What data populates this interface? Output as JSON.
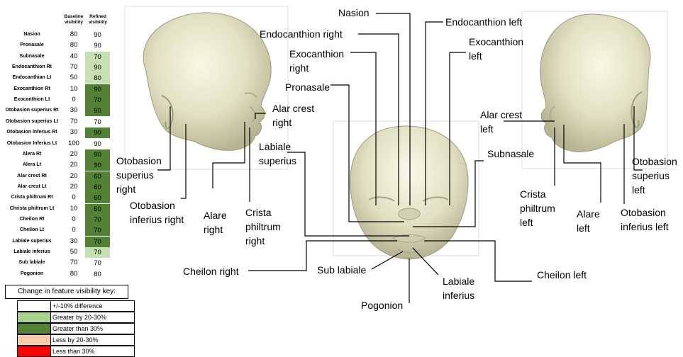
{
  "table": {
    "header_baseline": "Baseline visibility",
    "header_refined": "Refined visibility",
    "rows": [
      {
        "name": "Nasion",
        "baseline": "80",
        "refined": "90",
        "color": "#ffffff"
      },
      {
        "name": "Pronasale",
        "baseline": "80",
        "refined": "90",
        "color": "#ffffff"
      },
      {
        "name": "Subnasale",
        "baseline": "40",
        "refined": "70",
        "color": "#c5e0b3"
      },
      {
        "name": "Endocanthion Rt",
        "baseline": "70",
        "refined": "90",
        "color": "#c5e0b3"
      },
      {
        "name": "Endocanthian Lt",
        "baseline": "50",
        "refined": "80",
        "color": "#c5e0b3"
      },
      {
        "name": "Exocanthion Rt",
        "baseline": "10",
        "refined": "90",
        "color": "#538135"
      },
      {
        "name": "Exocanthion Lt",
        "baseline": "0",
        "refined": "70",
        "color": "#538135"
      },
      {
        "name": "Otobasion superius Rt",
        "baseline": "30",
        "refined": "90",
        "color": "#538135"
      },
      {
        "name": "Otobasion superius Lt",
        "baseline": "70",
        "refined": "70",
        "color": "#ffffff"
      },
      {
        "name": "Otobasion Inferius Rt",
        "baseline": "30",
        "refined": "90",
        "color": "#538135"
      },
      {
        "name": "Otobasion Inferius Lt",
        "baseline": "100",
        "refined": "90",
        "color": "#ffffff"
      },
      {
        "name": "Alera Rt",
        "baseline": "20",
        "refined": "90",
        "color": "#538135"
      },
      {
        "name": "Alera Lt",
        "baseline": "20",
        "refined": "90",
        "color": "#538135"
      },
      {
        "name": "Alar crest Rt",
        "baseline": "20",
        "refined": "60",
        "color": "#538135"
      },
      {
        "name": "Alar crest Lt",
        "baseline": "20",
        "refined": "60",
        "color": "#538135"
      },
      {
        "name": "Crista philtrum Rt",
        "baseline": "0",
        "refined": "60",
        "color": "#538135"
      },
      {
        "name": "Christa philtrum Lt",
        "baseline": "10",
        "refined": "60",
        "color": "#538135"
      },
      {
        "name": "Cheilon Rt",
        "baseline": "0",
        "refined": "70",
        "color": "#538135"
      },
      {
        "name": "Cheilon Lt",
        "baseline": "0",
        "refined": "70",
        "color": "#538135"
      },
      {
        "name": "Labiale superius",
        "baseline": "30",
        "refined": "70",
        "color": "#538135"
      },
      {
        "name": "Labiale inferius",
        "baseline": "50",
        "refined": "70",
        "color": "#c5e0b3"
      },
      {
        "name": "Sub labiale",
        "baseline": "70",
        "refined": "70",
        "color": "#ffffff"
      },
      {
        "name": "Pogonion",
        "baseline": "80",
        "refined": "80",
        "color": "#ffffff"
      }
    ]
  },
  "key": {
    "title": "Change in feature visibility key:",
    "items": [
      {
        "label": "+/-10% difference",
        "color": "#ffffff"
      },
      {
        "label": "Greater by 20-30%",
        "color": "#a9d18e"
      },
      {
        "label": "Greater than 30%",
        "color": "#538135"
      },
      {
        "label": "Less by 20-30%",
        "color": "#f8cbad"
      },
      {
        "label": "Less than 30%",
        "color": "#ff0000"
      }
    ]
  },
  "labels": {
    "nasion": "Nasion",
    "endocanthion_left": "Endocanthion left",
    "endocanthion_right": "Endocanthion right",
    "exocanthion_right": "Exocanthion right",
    "exocanthion_left": "Exocanthion left",
    "pronasale": "Pronasale",
    "alar_crest_right": "Alar crest right",
    "alar_crest_left": "Alar crest left",
    "labiale_superius": "Labiale superius",
    "subnasale": "Subnasale",
    "otobasion_superius_right": "Otobasion superius right",
    "otobasion_inferius_right": "Otobasion inferius right",
    "alare_right": "Alare right",
    "crista_philtrum_right": "Crista philtrum right",
    "crista_philtrum_left": "Crista philtrum left",
    "alare_left": "Alare left",
    "otobasion_inferius_left": "Otobasion inferius left",
    "otobasion_superius_left": "Otobasion superius left",
    "cheilon_right": "Cheilon right",
    "sub_labiale": "Sub labiale",
    "labiale_inferius": "Labiale inferius",
    "cheilon_left": "Cheilon left",
    "pogonion": "Pogonion"
  }
}
